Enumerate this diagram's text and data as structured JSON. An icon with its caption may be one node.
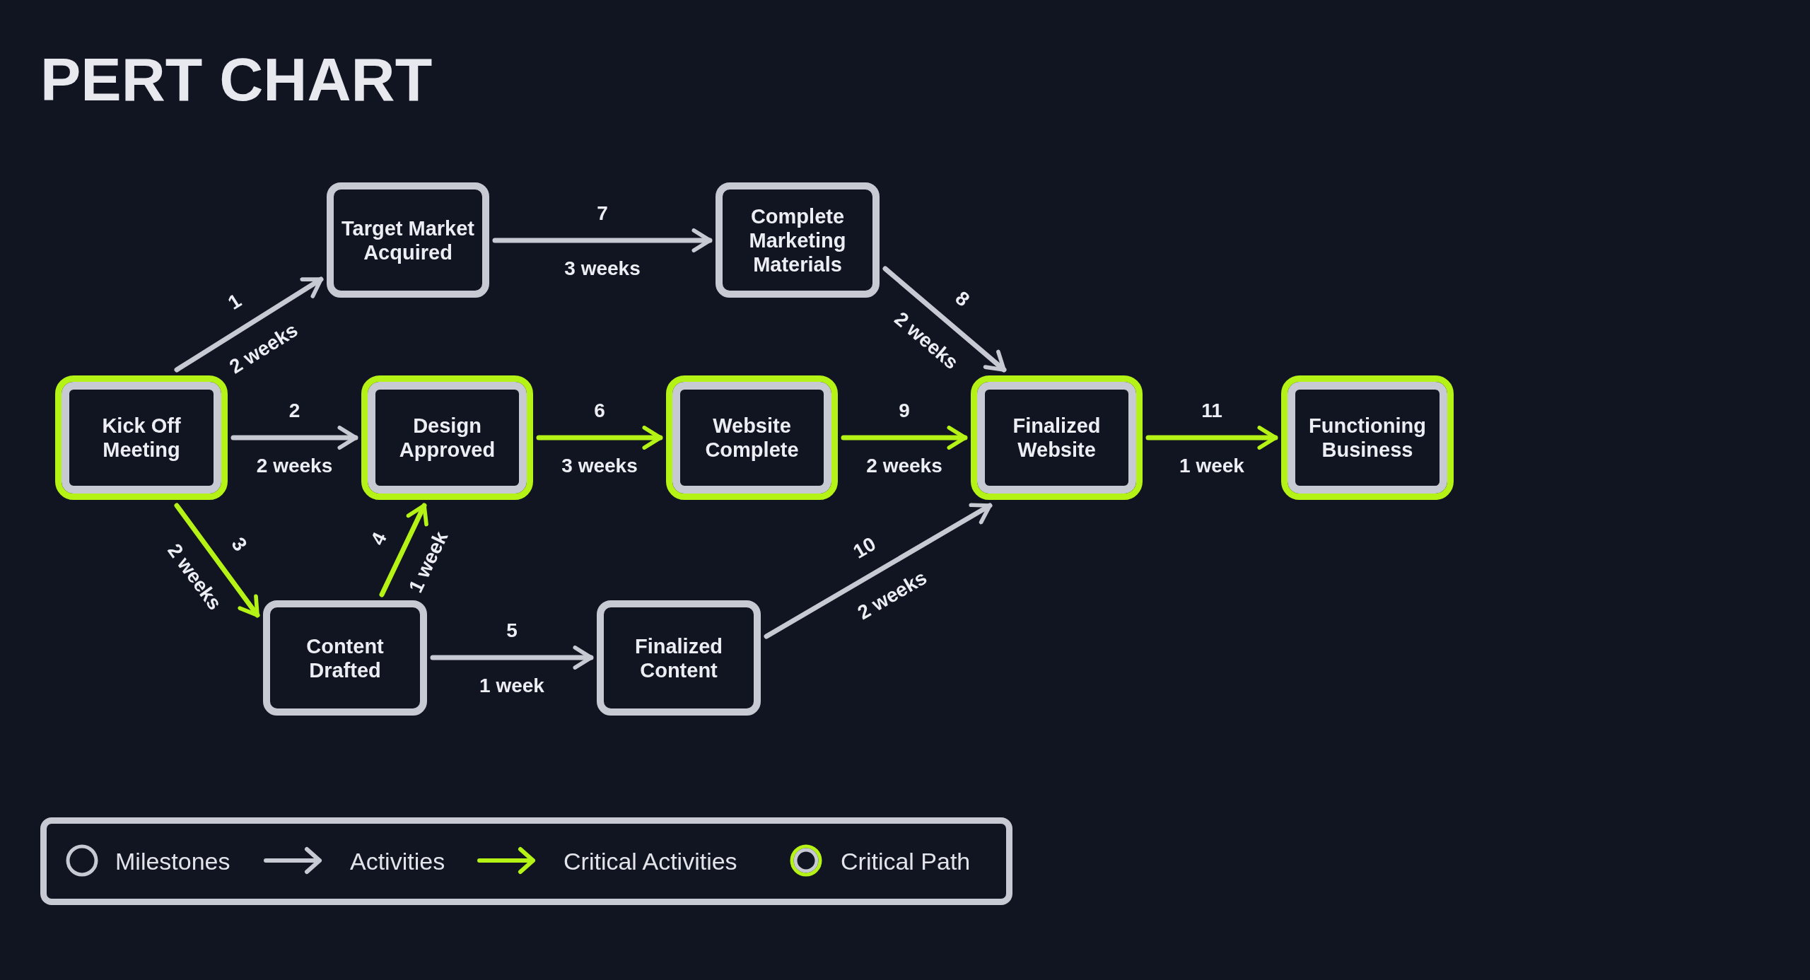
{
  "diagram": {
    "title": "PERT CHART",
    "nodes": [
      {
        "text": [
          "Kick Off Meeting"
        ]
      },
      {
        "text": [
          "Target Market Acquired"
        ]
      },
      {
        "text": [
          "Complete Marketing Materials"
        ]
      },
      {
        "text": [
          "Design Approved"
        ]
      },
      {
        "text": [
          "Website Complete"
        ]
      },
      {
        "text": [
          "Finalized Website"
        ]
      },
      {
        "text": [
          "Functioning Business"
        ]
      },
      {
        "text": [
          "Content Drafted"
        ]
      },
      {
        "text": [
          "Finalized Content"
        ]
      }
    ],
    "edges": [
      {
        "from": 0,
        "to": 1,
        "arrow": "to",
        "label": "2 weeks"
      },
      {
        "from": 0,
        "to": 3,
        "arrow": "to",
        "label": "2 weeks"
      },
      {
        "from": 0,
        "to": 7,
        "arrow": "to",
        "label": "2 weeks",
        "color": "#b5f215"
      },
      {
        "from": 7,
        "to": 3,
        "arrow": "to",
        "label": "1 week",
        "color": "#b5f215"
      },
      {
        "from": 7,
        "to": 8,
        "arrow": "to",
        "label": "1 week"
      },
      {
        "from": 3,
        "to": 4,
        "arrow": "to",
        "label": "3 weeks",
        "color": "#b5f215"
      },
      {
        "from": 1,
        "to": 2,
        "arrow": "to",
        "label": "3 weeks"
      },
      {
        "from": 2,
        "to": 5,
        "arrow": "to",
        "label": "2 weeks"
      },
      {
        "from": 4,
        "to": 5,
        "arrow": "to",
        "label": "2 weeks",
        "color": "#b5f215"
      },
      {
        "from": 8,
        "to": 5,
        "arrow": "to",
        "label": "2 weeks"
      },
      {
        "from": 5,
        "to": 6,
        "arrow": "to",
        "label": "1 week",
        "color": "#b5f215"
      }
    ],
    "labels": [
      "1",
      "2",
      "3",
      "4",
      "5",
      "6",
      "7",
      "8",
      "9",
      "10",
      "11"
    ],
    "legend": [
      {
        "text": "Milestones"
      },
      {
        "text": "Activities"
      },
      {
        "text": "Critical Activities"
      },
      {
        "text": "Critical Path"
      }
    ]
  }
}
